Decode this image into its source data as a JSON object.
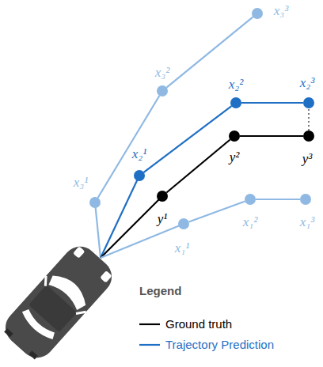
{
  "diagram": {
    "nodes": [
      {
        "text": [
          "x₃¹"
        ]
      },
      {
        "text": [
          "x₃²"
        ]
      },
      {
        "text": [
          "x₃³"
        ]
      },
      {
        "text": [
          "x₂¹"
        ]
      },
      {
        "text": [
          "x₂²"
        ]
      },
      {
        "text": [
          "x₂³"
        ]
      },
      {
        "text": [
          "y¹"
        ]
      },
      {
        "text": [
          "y²"
        ]
      },
      {
        "text": [
          "y³"
        ]
      },
      {
        "text": [
          "x₁¹"
        ]
      },
      {
        "text": [
          "x₁²"
        ]
      },
      {
        "text": [
          "x₁³"
        ]
      }
    ],
    "edges": [
      {
        "from": 0,
        "to": 1,
        "arrow": "none"
      },
      {
        "from": 1,
        "to": 2,
        "arrow": "none"
      },
      {
        "from": 3,
        "to": 4,
        "arrow": "none"
      },
      {
        "from": 4,
        "to": 5,
        "arrow": "none"
      },
      {
        "from": 6,
        "to": 7,
        "arrow": "none"
      },
      {
        "from": 7,
        "to": 8,
        "arrow": "none"
      },
      {
        "from": 9,
        "to": 10,
        "arrow": "none"
      },
      {
        "from": 10,
        "to": 11,
        "arrow": "none"
      },
      {
        "from": 8,
        "to": 5,
        "arrow": "none"
      }
    ],
    "labels": [
      "Legend"
    ],
    "legend": [
      {
        "text": "Ground truth"
      },
      {
        "text": "Trajectory Prediction"
      }
    ]
  }
}
